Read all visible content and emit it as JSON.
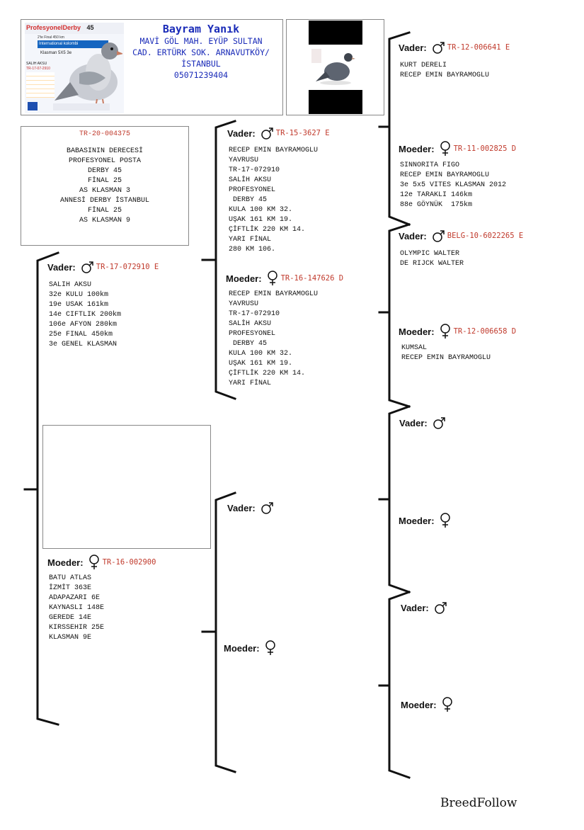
{
  "owner": {
    "name": "Bayram Yanık",
    "address_line1": "MAVİ GÖL MAH. EYÜP SULTAN",
    "address_line2": "CAD. ERTÜRK SOK. ARNAVUTKÖY/",
    "address_line3": "İSTANBUL",
    "phone": "05071239404"
  },
  "flyer": {
    "brand": "ProfesyonelDerby",
    "number": "45",
    "line1": "2'te Final 450 km",
    "line2": "International kolombi",
    "line3": "Klasman 5X5 3e",
    "left_name": "SALIH AKSU",
    "left_ring": "TR-17-07-2910"
  },
  "subject": {
    "ring": "TR-20-004375",
    "notes": [
      "BABASININ DERECESİ",
      "PROFESYONEL POSTA",
      "DERBY 45",
      "FİNAL 25",
      "AS KLASMAN 3",
      "ANNESİ DERBY İSTANBUL",
      "FİNAL 25",
      "AS KLASMAN 9"
    ]
  },
  "labels": {
    "father": "Vader:",
    "mother": "Moeder:"
  },
  "sire": {
    "ring": "TR-17-072910 E",
    "notes": [
      "SALIH AKSU",
      "32e KULU 100km",
      "19e USAK 161km",
      "14e CIFTLIK 200km",
      "106e AFYON 280km",
      "25e FINAL 450km",
      "3e GENEL KLASMAN"
    ]
  },
  "dam": {
    "ring": "TR-16-002900",
    "notes": [
      "BATU ATLAS",
      "İZMİT 363E",
      "ADAPAZARI 6E",
      "KAYNASLI 148E",
      "GEREDE 14E",
      "KIRSSEHIR 25E",
      "KLASMAN 9E"
    ]
  },
  "ss": {
    "ring": "TR-15-3627 E",
    "notes": [
      "RECEP EMIN BAYRAMOGLU",
      "YAVRUSU",
      "TR-17-072910",
      "SALİH AKSU",
      "PROFESYONEL",
      " DERBY 45",
      "KULA 100 KM 32.",
      "UŞAK 161 KM 19.",
      "ÇİFTLİK 220 KM 14.",
      "YARI FİNAL",
      "280 KM 106."
    ]
  },
  "sd": {
    "ring": "TR-16-147626 D",
    "notes": [
      "RECEP EMIN BAYRAMOGLU",
      "YAVRUSU",
      "TR-17-072910",
      "SALİH AKSU",
      "PROFESYONEL",
      " DERBY 45",
      "KULA 100 KM 32.",
      "UŞAK 161 KM 19.",
      "ÇİFTLİK 220 KM 14.",
      "YARI FİNAL"
    ]
  },
  "sss": {
    "ring": "TR-12-006641 E",
    "notes": [
      "KURT DERELI",
      "RECEP EMIN BAYRAMOGLU"
    ]
  },
  "ssd": {
    "ring": "TR-11-002825 D",
    "notes": [
      "SINNORITA FIGO",
      "RECEP EMIN BAYRAMOGLU",
      "3e 5x5 VITES KLASMAN 2012",
      "12e TARAKLI 146km",
      "88e GÖYNÜK  175km"
    ]
  },
  "sds": {
    "ring": "BELG-10-6022265 E",
    "notes": [
      "OLYMPIC WALTER",
      "DE RIJCK WALTER"
    ]
  },
  "sdd": {
    "ring": "TR-12-006658 D",
    "notes": [
      "KUMSAL",
      "RECEP EMIN BAYRAMOGLU"
    ]
  },
  "footer": {
    "brand": "BreedFollow"
  }
}
